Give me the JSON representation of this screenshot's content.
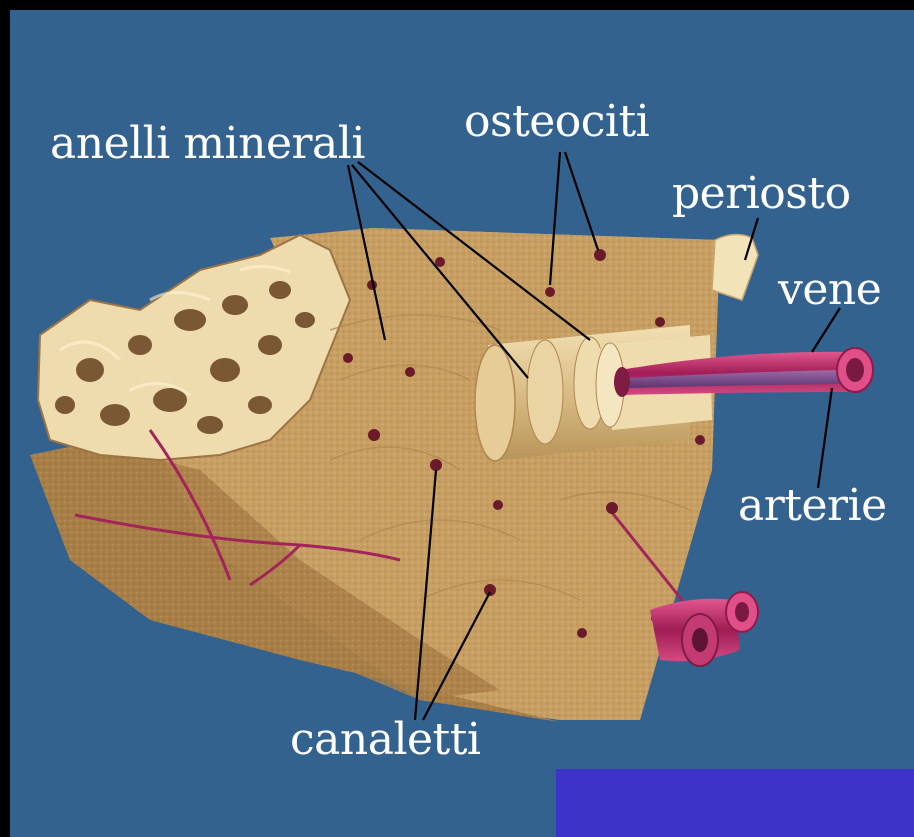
{
  "labels": {
    "anelli": "anelli minerali",
    "osteociti": "osteociti",
    "periosto": "periosto",
    "vene": "vene",
    "arterie": "arterie",
    "canaletti": "canaletti"
  },
  "colors": {
    "frame": "#000000",
    "panel": "#34628f",
    "blue_box": "#3c33c9",
    "bone": "#c9a46a",
    "bone_dark": "#9f7a44",
    "spongy": "#efdcae",
    "vessel": "#b0285e",
    "label_text": "#ffffff",
    "pointer_line": "#000000"
  }
}
